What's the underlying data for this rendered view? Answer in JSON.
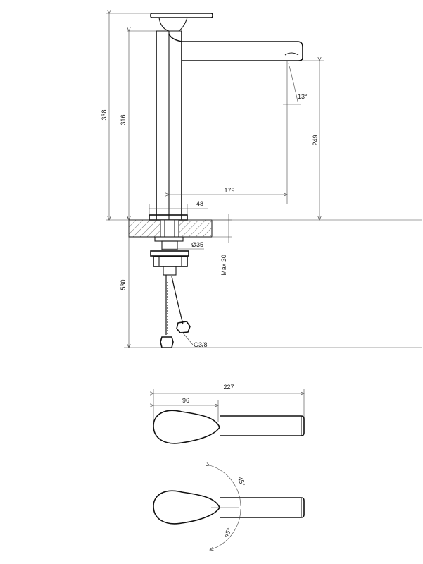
{
  "dimensions": {
    "total_height": "338",
    "body_height": "316",
    "outlet_height": "249",
    "spout_reach": "179",
    "base_width": "48",
    "outlet_angle": "13°",
    "hole_diameter": "Ø35",
    "max_thickness": "Max 30",
    "hose_length": "530",
    "connection": "G3/8",
    "handle_total_length": "227",
    "handle_width": "96",
    "rotation_angle_top": "45°",
    "rotation_angle_bottom": "45°"
  }
}
